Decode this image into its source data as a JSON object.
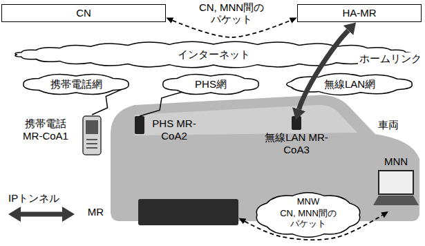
{
  "diagram": {
    "nodes": [
      {
        "text": [
          "CN"
        ]
      },
      {
        "text": [
          "HA-MR"
        ]
      },
      {
        "text": [
          "インターネット"
        ]
      },
      {
        "text": [
          "携帯電話網"
        ]
      },
      {
        "text": [
          "PHS網"
        ]
      },
      {
        "text": [
          "無線LAN網"
        ]
      },
      {
        "text": [
          "車両"
        ]
      },
      {
        "text": [
          "携帯電話 MR-CoA1"
        ]
      },
      {
        "text": [
          "PHS MR-CoA2"
        ],
        "in": 6
      },
      {
        "text": [
          "無線LAN MR-CoA3"
        ],
        "in": 6
      },
      {
        "text": [
          "MR"
        ],
        "in": 6
      },
      {
        "text": [
          "MNW"
        ],
        "in": 6
      },
      {
        "text": [
          "MNN"
        ],
        "in": 6
      }
    ],
    "edges": [
      {
        "from": 0,
        "to": 1,
        "label": "CN, MNN間の パケット",
        "arrow": "both"
      },
      {
        "from": 1,
        "to": 9,
        "arrow": "both"
      },
      {
        "from": 7,
        "to": 3,
        "arrow": "none"
      },
      {
        "from": 8,
        "to": 4,
        "arrow": "none"
      },
      {
        "from": 10,
        "to": 12,
        "label": "CN, MNN間の パケット",
        "arrow": "both"
      }
    ],
    "labels": [
      "ホームリンク"
    ],
    "legend": [
      {
        "text": "IPトンネル"
      }
    ]
  }
}
